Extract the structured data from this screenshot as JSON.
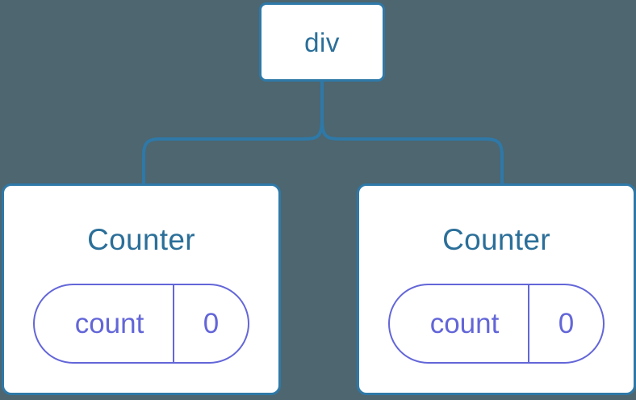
{
  "diagram": {
    "background_color": "#4d6670",
    "node_border_color": "#2e79a8",
    "node_text_color": "#2b6f99",
    "state_color": "#6366d8",
    "connector_color": "#2e79a8",
    "root": {
      "label": "div"
    },
    "children": [
      {
        "title": "Counter",
        "state": {
          "key": "count",
          "value": "0"
        }
      },
      {
        "title": "Counter",
        "state": {
          "key": "count",
          "value": "0"
        }
      }
    ]
  }
}
